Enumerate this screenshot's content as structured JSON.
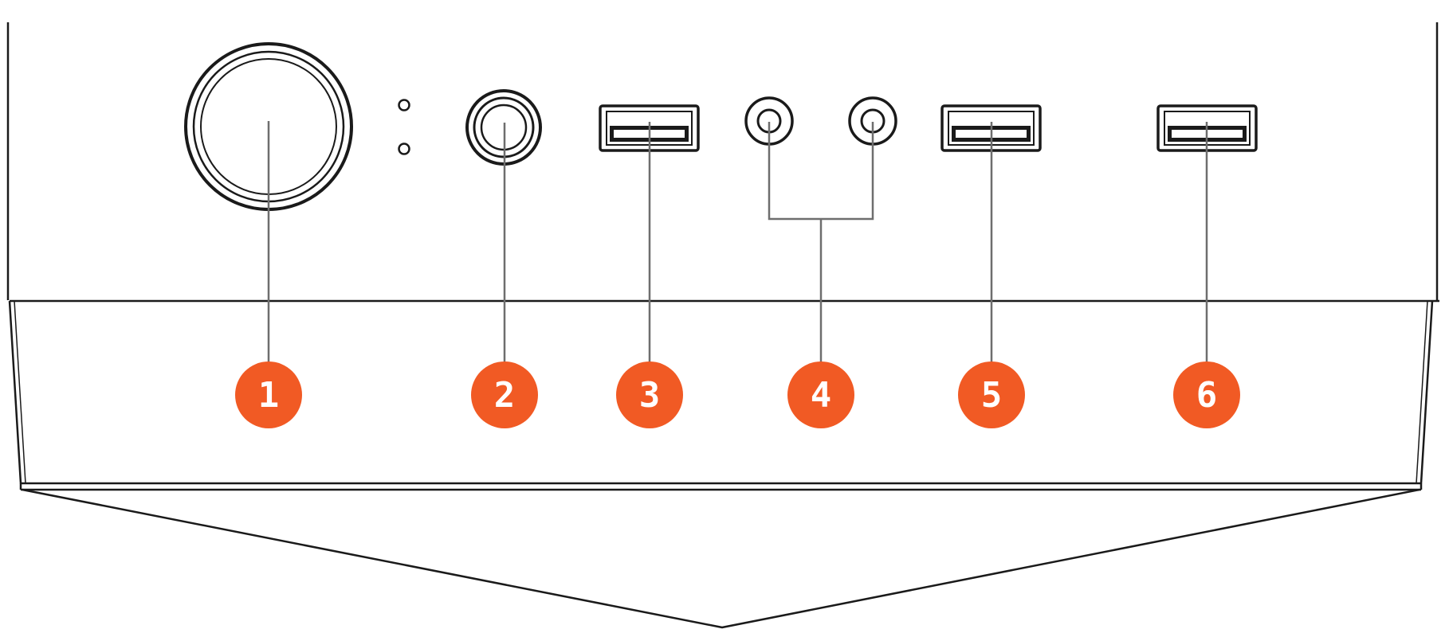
{
  "colors": {
    "outline": "#1a1a1a",
    "leader_line": "#6e6e6e",
    "callout_fill": "#f15a24",
    "callout_text": "#ffffff",
    "background": "#ffffff"
  },
  "components": [
    {
      "id": "power-button",
      "icon": "power-button-icon"
    },
    {
      "id": "status-leds",
      "icon": "led-indicator-icon"
    },
    {
      "id": "reset-button",
      "icon": "reset-button-icon"
    },
    {
      "id": "usb-port-1",
      "icon": "usb-port-icon"
    },
    {
      "id": "audio-jack-left",
      "icon": "audio-jack-icon"
    },
    {
      "id": "audio-jack-right",
      "icon": "audio-jack-icon"
    },
    {
      "id": "usb-port-2",
      "icon": "usb-port-icon"
    },
    {
      "id": "usb-port-3",
      "icon": "usb-port-icon"
    }
  ],
  "callouts": [
    {
      "label": "1"
    },
    {
      "label": "2"
    },
    {
      "label": "3"
    },
    {
      "label": "4"
    },
    {
      "label": "5"
    },
    {
      "label": "6"
    }
  ]
}
